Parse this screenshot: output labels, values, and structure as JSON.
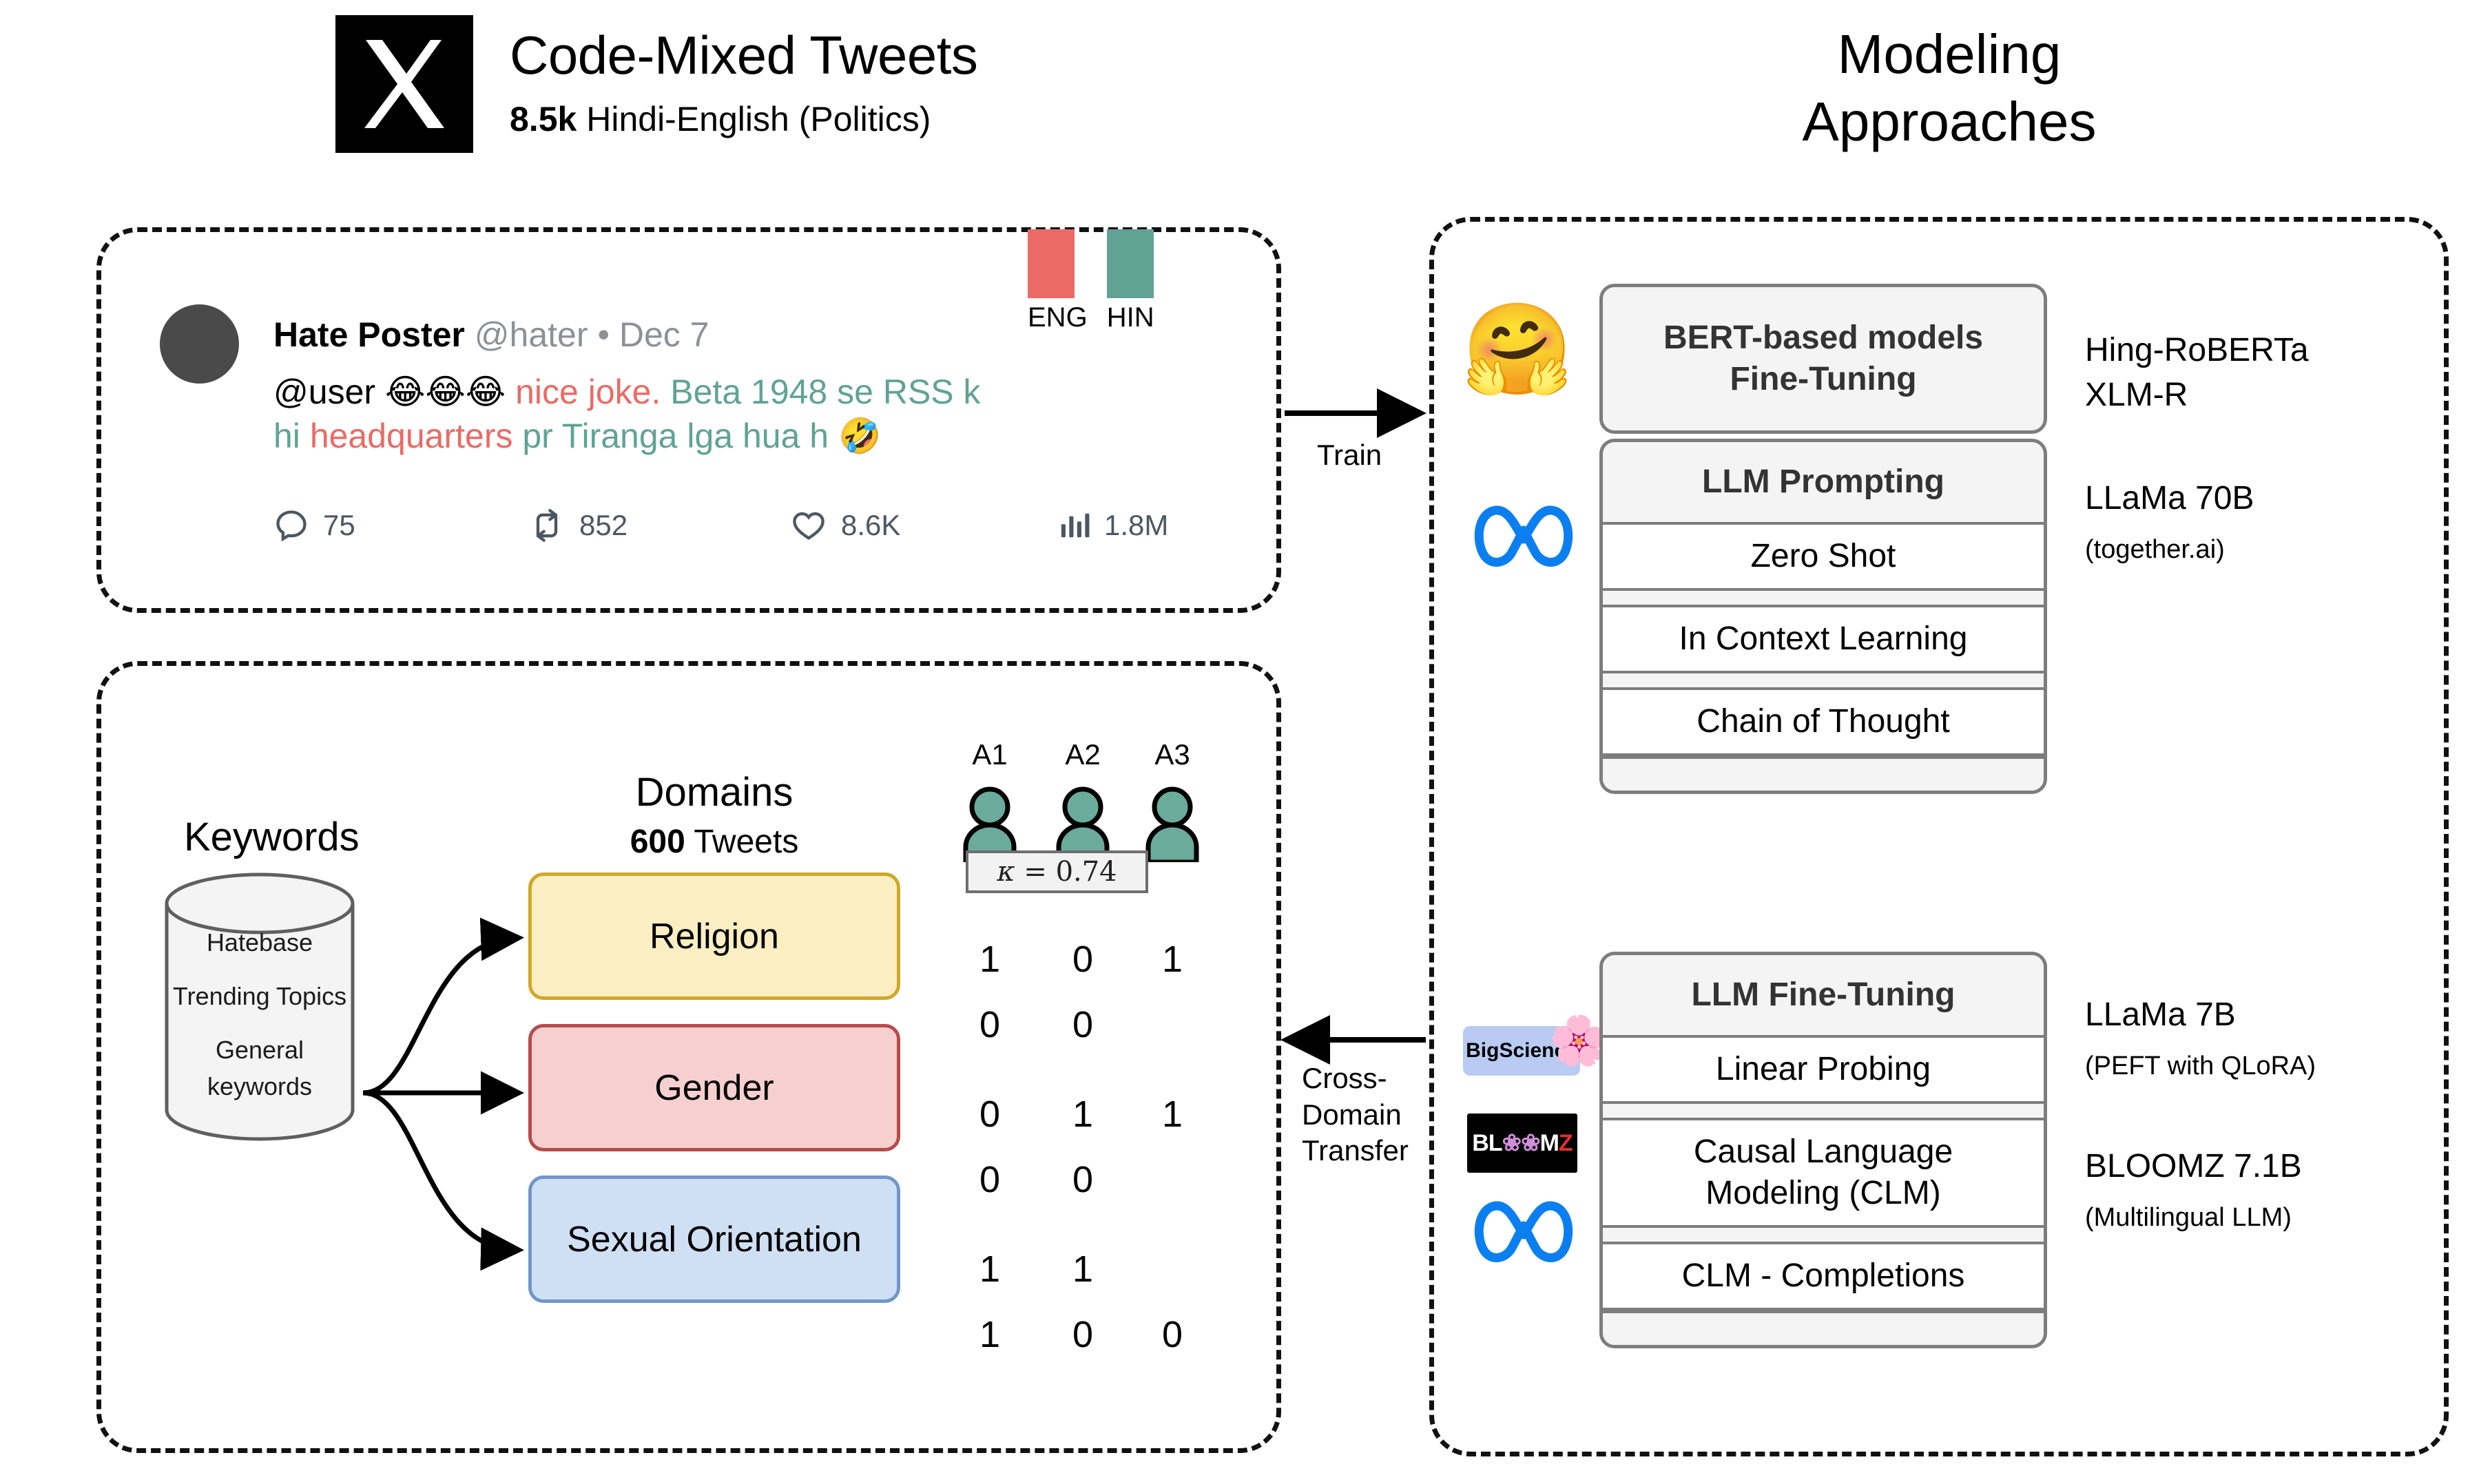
{
  "header": {
    "left": {
      "logo": "x-logo",
      "title": "Code-Mixed Tweets",
      "count": "8.5k",
      "subtitle_rest": "Hindi-English (Politics)"
    },
    "right": {
      "line1": "Modeling",
      "line2": "Approaches"
    }
  },
  "tweet": {
    "display_name": "Hate Poster",
    "handle": "@hater",
    "separator": "•",
    "date": "Dec 7",
    "body": {
      "mention": "@user",
      "emojis": "😂😂😂",
      "seg_en_1": " nice joke.",
      "seg_hi_1": " Beta 1948 se RSS k",
      "seg_hi_2": "hi ",
      "seg_en_2": "headquarters",
      "seg_hi_3": " pr Tiranga lga hua h ",
      "emoji_tail": "🤣"
    },
    "stats": [
      {
        "icon": "reply-icon",
        "value": "75"
      },
      {
        "icon": "retweet-icon",
        "value": "852"
      },
      {
        "icon": "like-icon",
        "value": "8.6K"
      },
      {
        "icon": "views-icon",
        "value": "1.8M"
      }
    ],
    "language_bars": [
      {
        "label": "ENG",
        "color": "#ec6a65"
      },
      {
        "label": "HIN",
        "color": "#60a394"
      }
    ]
  },
  "keywords": {
    "title": "Keywords",
    "sources": [
      "Hatebase",
      "Trending Topics",
      "General\nkeywords"
    ]
  },
  "domains": {
    "title": "Domains",
    "count": "600",
    "count_suffix": " Tweets",
    "boxes": [
      {
        "label": "Religion",
        "fill": "#fbeec2",
        "border": "#cfa829"
      },
      {
        "label": "Gender",
        "fill": "#f6cfcf",
        "border": "#b54b4b"
      },
      {
        "label": "Sexual Orientation",
        "fill": "#cfe0f5",
        "border": "#7296c9"
      }
    ]
  },
  "annotation": {
    "annotators": [
      "A1",
      "A2",
      "A3"
    ],
    "kappa_symbol": "κ =",
    "kappa_value": "0.74",
    "matrix": [
      [
        "1",
        "0",
        "1"
      ],
      [
        "0",
        "0",
        ""
      ],
      [
        "0",
        "1",
        "1"
      ],
      [
        "0",
        "0",
        ""
      ],
      [
        "1",
        "1",
        ""
      ],
      [
        "1",
        "0",
        "0"
      ]
    ]
  },
  "arrows": {
    "train": "Train",
    "cross_domain": "Cross-\nDomain\nTransfer"
  },
  "modeling": {
    "groups": [
      {
        "icon": "hugging-face-icon",
        "head": "BERT-based models\nFine-Tuning",
        "rows": [],
        "notes": [
          "Hing-RoBERTa",
          "XLM-R"
        ]
      },
      {
        "icon": "meta-icon",
        "head": "LLM Prompting",
        "rows": [
          "Zero Shot",
          "In Context Learning",
          "Chain of Thought"
        ],
        "notes": [
          "LLaMa 70B"
        ],
        "note_small": "(together.ai)"
      },
      {
        "icon": "bigscience-bloomz-meta-icons",
        "head": "LLM Fine-Tuning",
        "rows": [
          "Linear Probing",
          "Causal Language\nModeling (CLM)",
          "CLM - Completions"
        ],
        "notes": [
          "LLaMa 7B",
          "BLOOMZ 7.1B"
        ],
        "note_small_1": "(PEFT with QLoRA)",
        "note_small_2": "(Multilingual LLM)"
      }
    ],
    "logos": {
      "bigscience": "BigScience",
      "bloomz_pre": "BL",
      "bloomz_mid": "M",
      "bloomz_z": "Z"
    }
  }
}
